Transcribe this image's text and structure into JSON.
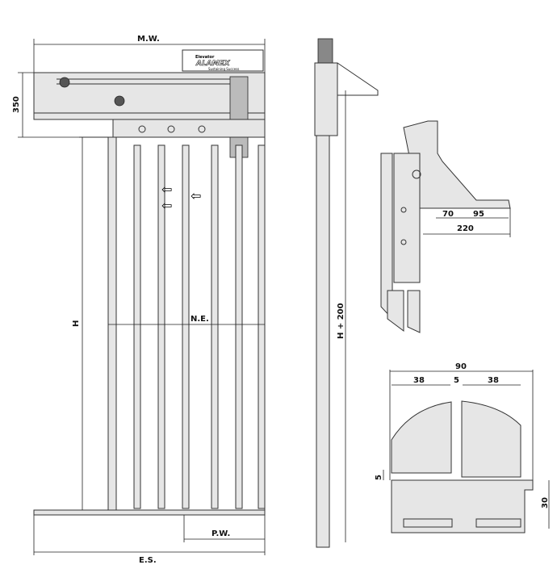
{
  "front_view": {
    "mw_label": "M.W.",
    "header_height_label": "350",
    "h_label": "H",
    "ne_label": "N.E.",
    "pw_label": "P.W.",
    "es_label": "E.S.",
    "logo_text": "ALAMEX",
    "logo_brand": "Elevator",
    "logo_tagline": "Sustaining Success"
  },
  "side_view": {
    "h200_label": "H + 200"
  },
  "detail_top": {
    "dim_70": "70",
    "dim_95": "95",
    "dim_220": "220"
  },
  "detail_bottom": {
    "dim_90": "90",
    "dim_38_left": "38",
    "dim_gap": "5",
    "dim_38_right": "38",
    "dim_5_vertical": "5",
    "dim_30": "30"
  }
}
